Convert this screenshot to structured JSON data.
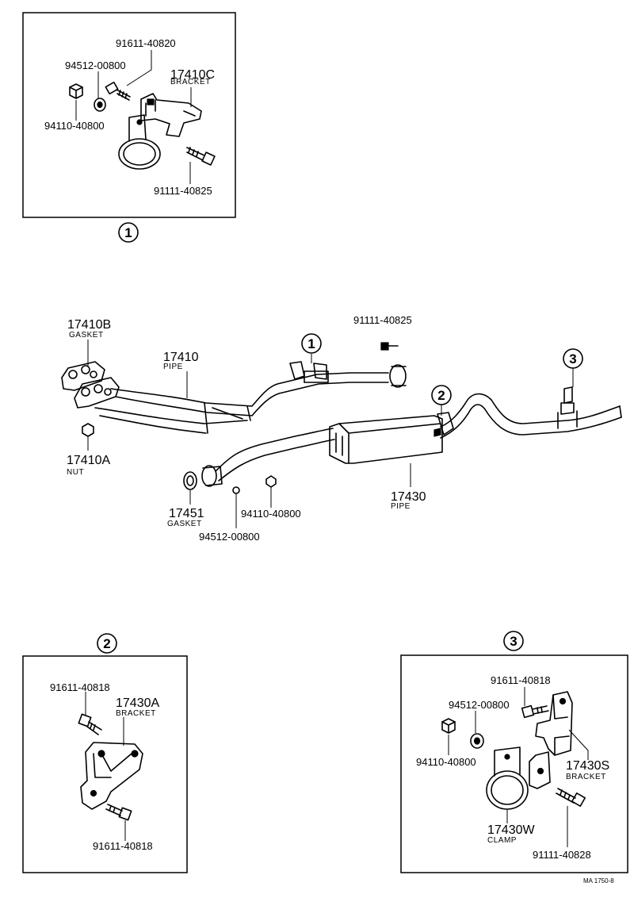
{
  "detail1": {
    "marker": "1",
    "part_91611_40820": "91611-40820",
    "part_94512_00800": "94512-00800",
    "part_17410C": "17410C",
    "part_17410C_desc": "BRACKET",
    "part_94110_40800": "94110-40800",
    "part_91111_40825": "91111-40825"
  },
  "main": {
    "part_17410B": "17410B",
    "part_17410B_desc": "GASKET",
    "part_17410": "17410",
    "part_17410_desc": "PIPE",
    "marker1": "1",
    "part_91111_40825": "91111-40825",
    "marker3": "3",
    "marker2": "2",
    "part_17410A": "17410A",
    "part_17410A_desc": "NUT",
    "part_17451": "17451",
    "part_17451_desc": "GASKET",
    "part_94110_40800": "94110-40800",
    "part_94512_00800": "94512-00800",
    "part_17430": "17430",
    "part_17430_desc": "PIPE"
  },
  "detail2": {
    "marker": "2",
    "part_91611_40818_top": "91611-40818",
    "part_17430A": "17430A",
    "part_17430A_desc": "BRACKET",
    "part_91611_40818_bottom": "91611-40818"
  },
  "detail3": {
    "marker": "3",
    "part_91611_40818": "91611-40818",
    "part_94512_00800": "94512-00800",
    "part_94110_40800": "94110-40800",
    "part_17430S": "17430S",
    "part_17430S_desc": "BRACKET",
    "part_17430W": "17430W",
    "part_17430W_desc": "CLAMP",
    "part_91111_40828": "91111-40828"
  },
  "footer": {
    "ref": "MA 1750-8"
  }
}
